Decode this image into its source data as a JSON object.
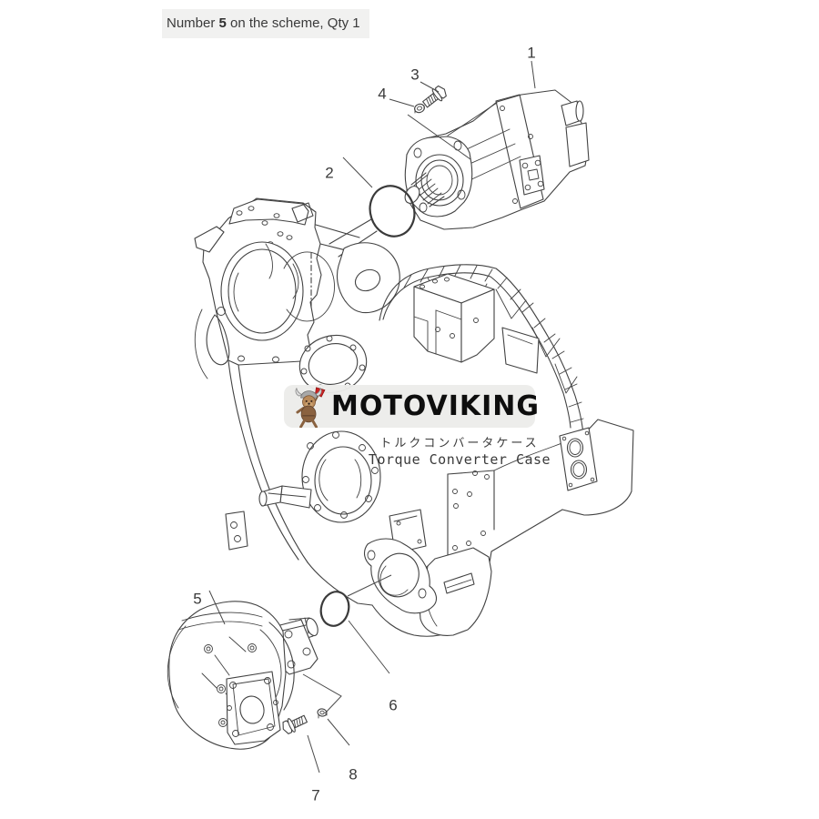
{
  "header": {
    "prefix": "Number ",
    "number": "5",
    "suffix": " on the scheme, Qty 1"
  },
  "watermark": {
    "brand": "MOTOVIKING",
    "mascot": "viking-dog-with-axe",
    "pill_color": "#ececea",
    "text_color": "#0e0e0e"
  },
  "diagram": {
    "title_jp": "トルクコンバータケース",
    "title_en": "Torque Converter Case",
    "line_color": "#424242",
    "callouts": [
      {
        "label": "1",
        "part": "upper-hydraulic-pump"
      },
      {
        "label": "2",
        "part": "o-ring-upper"
      },
      {
        "label": "3",
        "part": "bolt-upper"
      },
      {
        "label": "4",
        "part": "washer-upper"
      },
      {
        "label": "5",
        "part": "lower-hydraulic-pump"
      },
      {
        "label": "6",
        "part": "o-ring-lower"
      },
      {
        "label": "7",
        "part": "bolt-lower"
      },
      {
        "label": "8",
        "part": "washer-lower"
      }
    ]
  }
}
